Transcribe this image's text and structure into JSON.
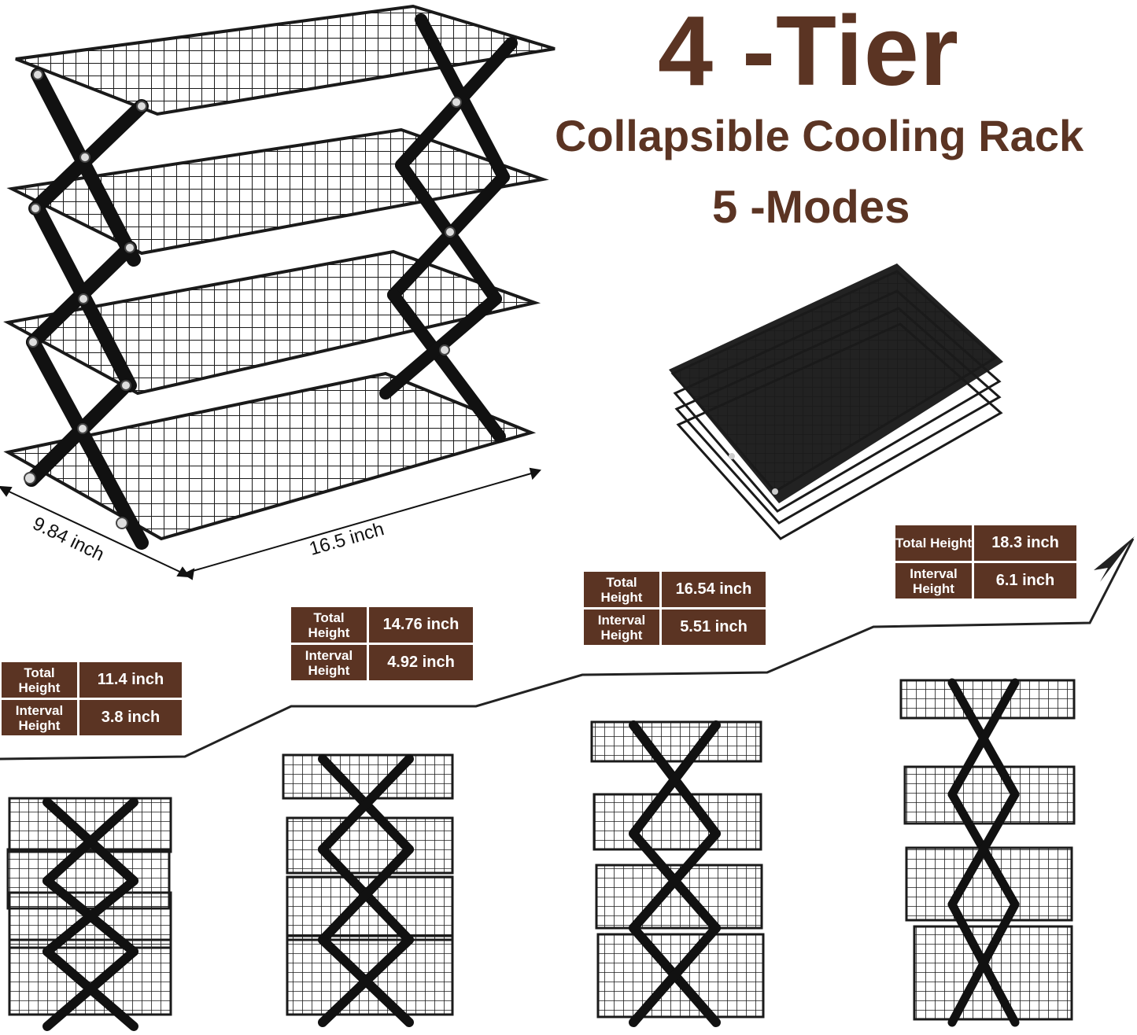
{
  "header": {
    "title": "4 -Tier",
    "subtitle": "Collapsible Cooling Rack",
    "modes": "5 -Modes"
  },
  "dimensions": {
    "depth": "9.84 inch",
    "width": "16.5 inch"
  },
  "modes": [
    {
      "total_label": "Total Height",
      "total_value": "11.4 inch",
      "interval_label": "Interval Height",
      "interval_value": "3.8 inch"
    },
    {
      "total_label": "Total Height",
      "total_value": "14.76 inch",
      "interval_label": "Interval Height",
      "interval_value": "4.92 inch"
    },
    {
      "total_label": "Total Height",
      "total_value": "16.54 inch",
      "interval_label": "Interval Height",
      "interval_value": "5.51 inch"
    },
    {
      "total_label": "Total Height",
      "total_value": "18.3 inch",
      "interval_label": "Interval Height",
      "interval_value": "6.1 inch"
    }
  ],
  "colors": {
    "brand_brown": "#5b3423",
    "wire": "#1a1a1a"
  }
}
